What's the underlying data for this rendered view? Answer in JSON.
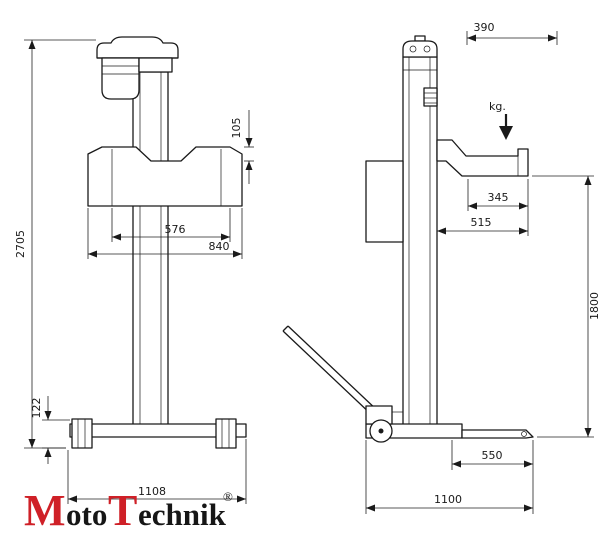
{
  "drawing": {
    "front_view": {
      "dims": {
        "total_height": "2705",
        "pad_height": "105",
        "inner_width": "576",
        "outer_width": "840",
        "base_height": "122",
        "base_width": "1108"
      }
    },
    "side_view": {
      "dims": {
        "top_offset": "390",
        "load_unit": "kg.",
        "arm_inner": "345",
        "arm_outer": "515",
        "lift_height": "1800",
        "foot_length": "550",
        "base_depth": "1100"
      }
    }
  },
  "logo": {
    "m": "M",
    "oto": "oto",
    "t": "T",
    "echnik": "echnik",
    "registered": "®"
  },
  "colors": {
    "line": "#1a1a1a",
    "logo_red": "#cf2027",
    "logo_black": "#161616"
  }
}
